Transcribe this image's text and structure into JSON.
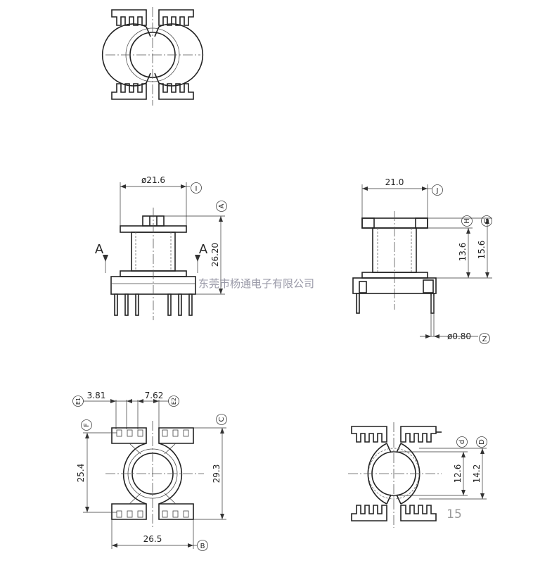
{
  "dimensions": {
    "flange_dia": "ø21.6",
    "height_total": "26.20",
    "width_side": "21.0",
    "inner_height": "13.6",
    "overall_height": "15.6",
    "pin_dia": "ø0.80",
    "pin_pitch_small": "3.81",
    "pin_pitch_large": "7.62",
    "row_spacing": "25.4",
    "base_depth": "29.3",
    "base_width": "26.5",
    "bore_small": "12.6",
    "bore_large": "14.2"
  },
  "callouts": {
    "A": "A",
    "B": "B",
    "C": "C",
    "D": "D",
    "d": "d",
    "E1": "E1",
    "E2": "E2",
    "F": "F",
    "G": "G",
    "H": "H",
    "I": "I",
    "J": "J",
    "Z": "Z"
  },
  "section_label": "A",
  "watermark": "东莞市杨通电子有限公司",
  "page_number": "15"
}
